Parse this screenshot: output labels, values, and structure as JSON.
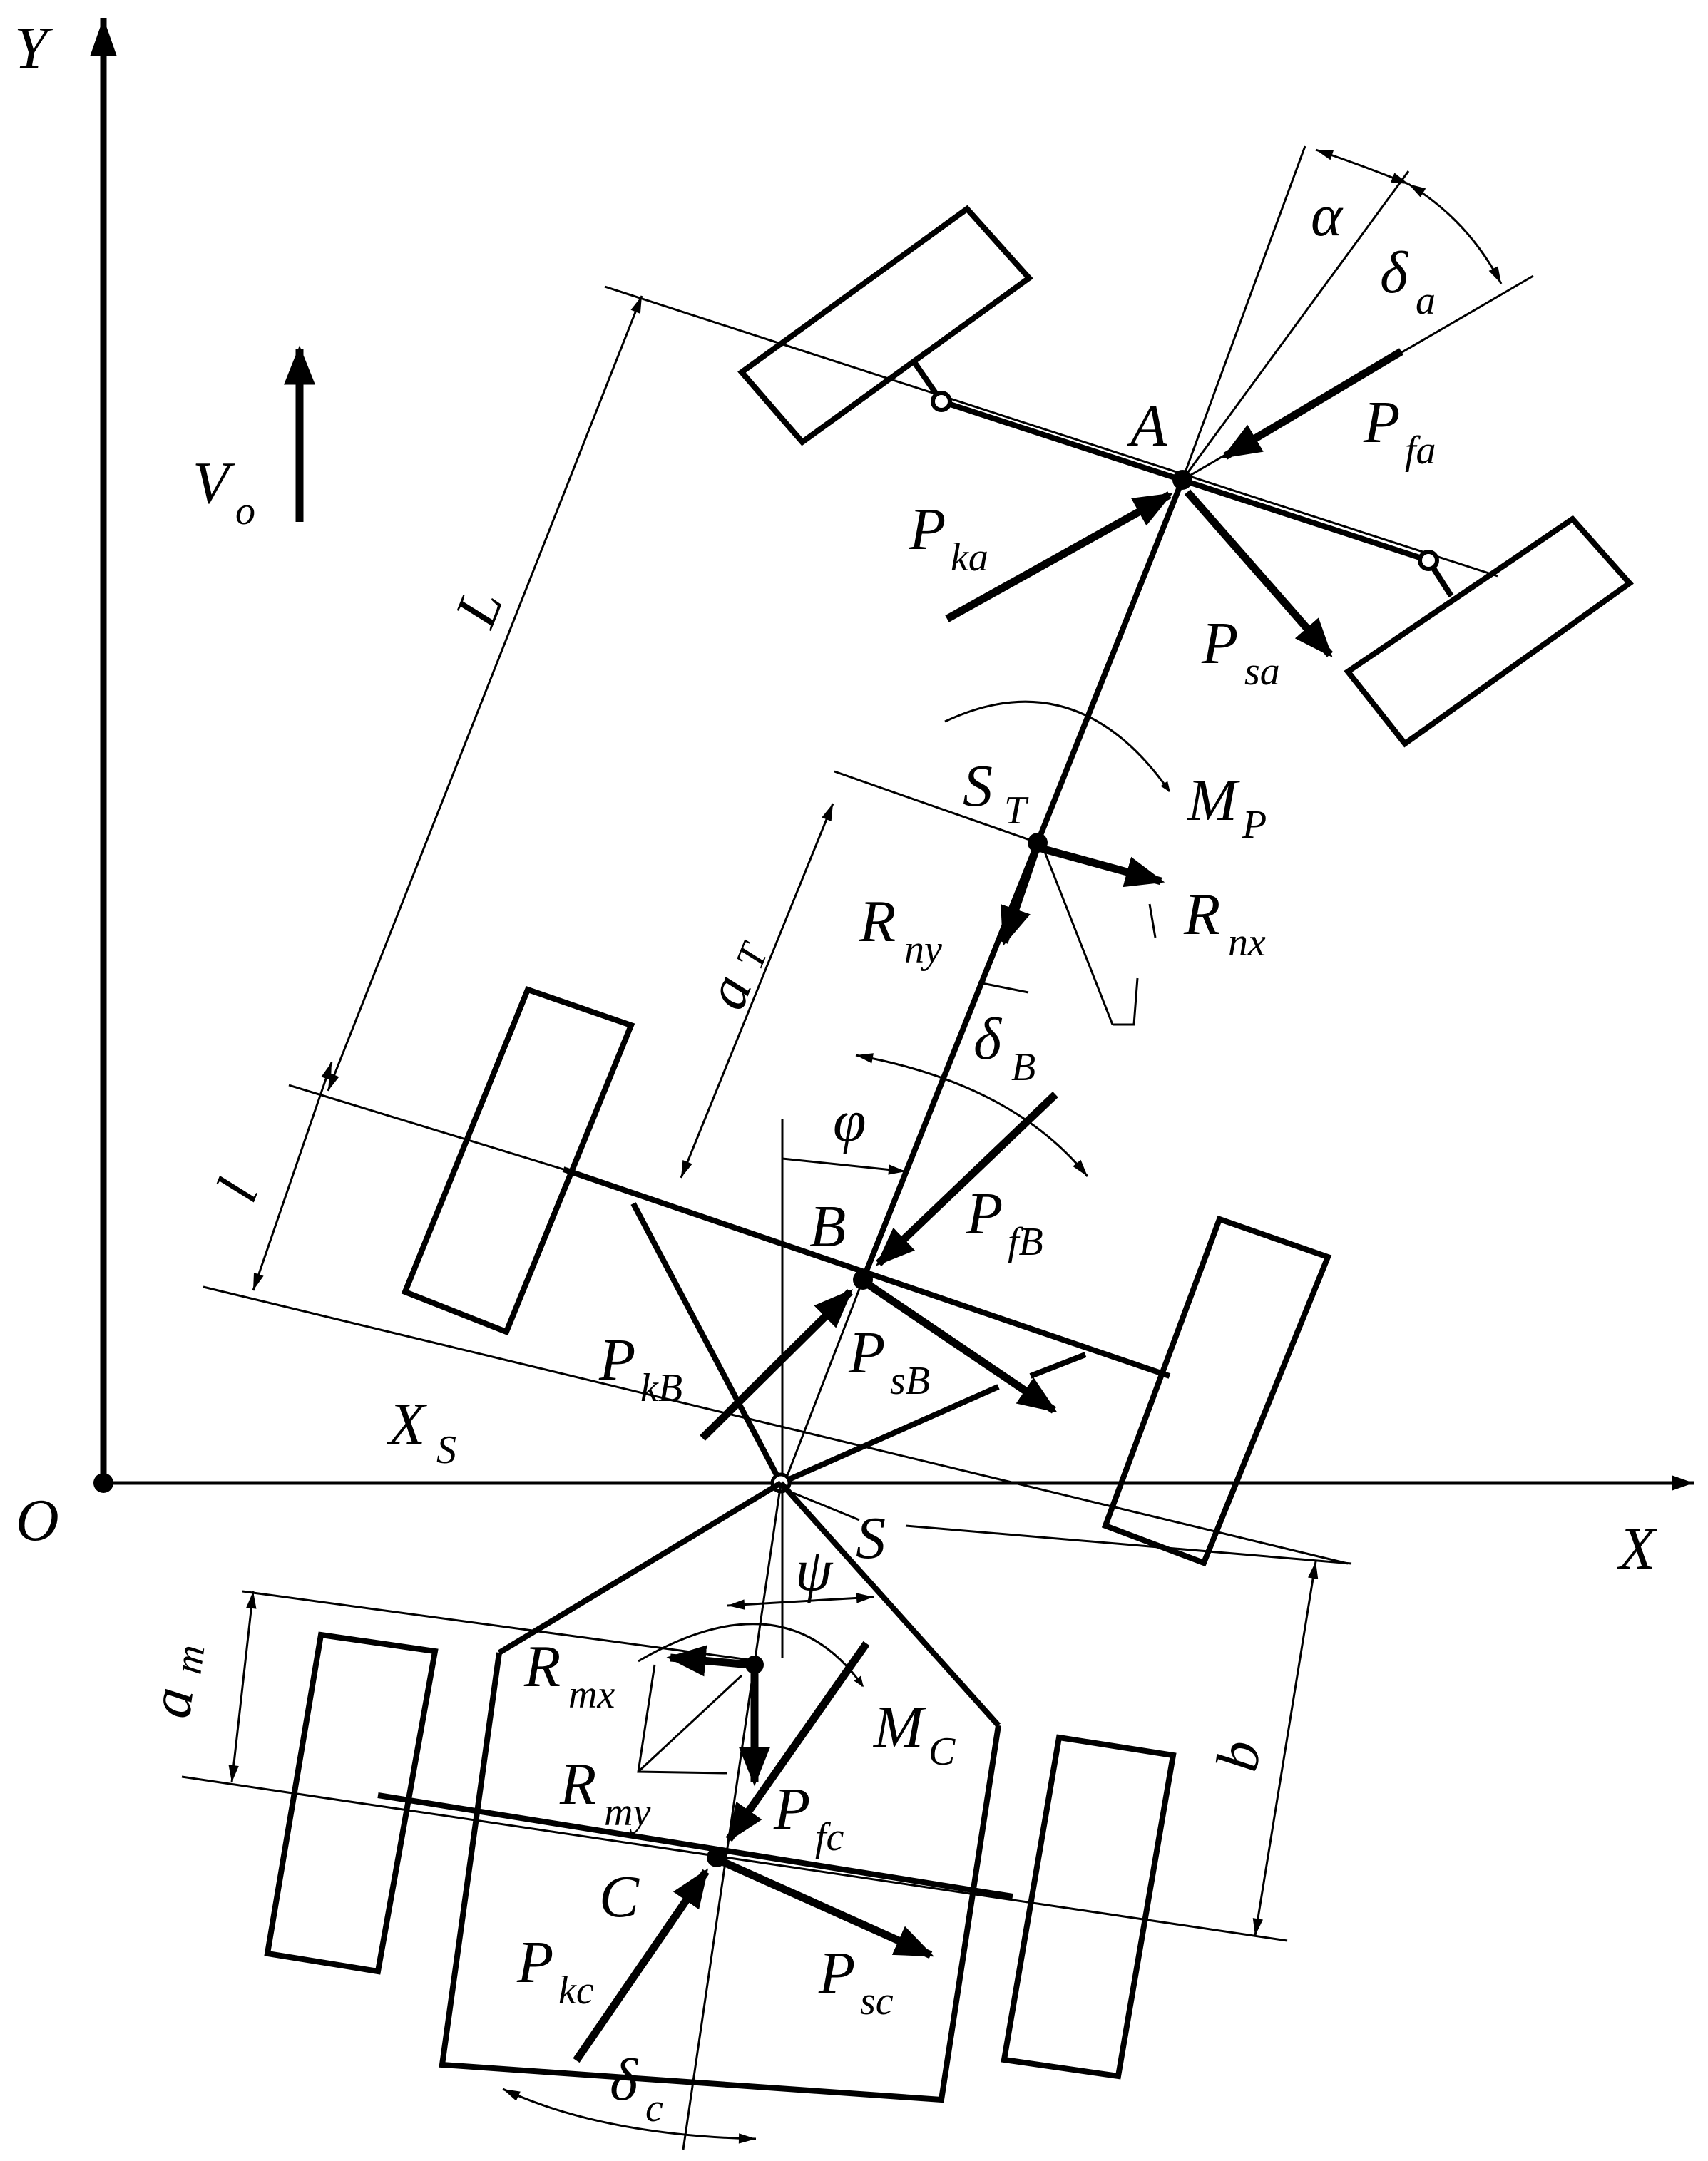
{
  "axes": {
    "y": "Y",
    "x": "X",
    "origin": "O"
  },
  "velocity": {
    "main": "V",
    "sub": "o"
  },
  "dimensions": {
    "L": "L",
    "l": "l",
    "aT": {
      "main": "a",
      "sub": "T"
    },
    "am": {
      "main": "a",
      "sub": "m"
    },
    "b": "b",
    "Xs": {
      "main": "X",
      "sub": "S"
    }
  },
  "points": {
    "A": "A",
    "B": "B",
    "C": "C",
    "S": "S",
    "ST": {
      "main": "S",
      "sub": "T"
    }
  },
  "angles": {
    "alpha": "α",
    "delta_a": {
      "main": "δ",
      "sub": "a"
    },
    "delta_B": {
      "main": "δ",
      "sub": "B"
    },
    "delta_c": {
      "main": "δ",
      "sub": "c"
    },
    "phi": "φ",
    "psi": "ψ"
  },
  "forces": {
    "Pfa": {
      "main": "P",
      "sub": "fa"
    },
    "Pka": {
      "main": "P",
      "sub": "ka"
    },
    "Psa": {
      "main": "P",
      "sub": "sa"
    },
    "MP": {
      "main": "M",
      "sub": "P"
    },
    "Rny": {
      "main": "R",
      "sub": "ny"
    },
    "Rnx": {
      "main": "R",
      "sub": "nx"
    },
    "PfB": {
      "main": "P",
      "sub": "fB"
    },
    "PkB": {
      "main": "P",
      "sub": "kB"
    },
    "PsB": {
      "main": "P",
      "sub": "sB"
    },
    "Rmx": {
      "main": "R",
      "sub": "mx"
    },
    "Rmy": {
      "main": "R",
      "sub": "my"
    },
    "MC": {
      "main": "M",
      "sub": "C"
    },
    "Pfc": {
      "main": "P",
      "sub": "fc"
    },
    "Pkc": {
      "main": "P",
      "sub": "kc"
    },
    "Psc": {
      "main": "P",
      "sub": "sc"
    }
  }
}
